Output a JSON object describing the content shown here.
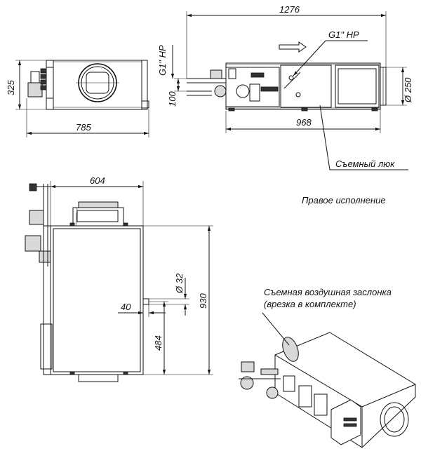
{
  "dimensions": {
    "d1276": "1276",
    "d325": "325",
    "d785": "785",
    "d968": "968",
    "d250": "Ø 250",
    "d100": "100",
    "g1_left": "G1\" НР",
    "g1_top": "G1\" НР",
    "d604": "604",
    "d930": "930",
    "d32": "Ø 32",
    "d40": "40",
    "d484": "484"
  },
  "labels": {
    "hatch": "Съемный люк",
    "variant": "Правое исполнение",
    "damper_line1": "Съемная воздушная заслонка",
    "damper_line2": "(врезка в комплекте)"
  }
}
